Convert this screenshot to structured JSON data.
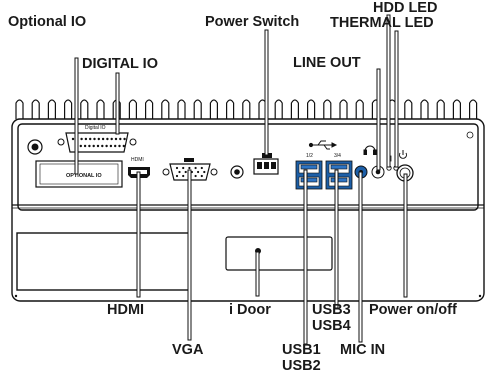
{
  "labels": {
    "optional_io": "Optional IO",
    "power_switch": "Power Switch",
    "hdd_led": "HDD LED",
    "thermal_led": "THERMAL LED",
    "digital_io": "DIGITAL IO",
    "line_out": "LINE OUT",
    "hdmi": "HDMI",
    "i_door": "i Door",
    "usb3": "USB3",
    "usb4": "USB4",
    "power_on_off": "Power on/off",
    "vga": "VGA",
    "usb1": "USB1",
    "usb2": "USB2",
    "mic_in": "MIC IN"
  },
  "silkscreen": {
    "digital_io": "Digital IO",
    "optional_io": "OPTIONAL IO",
    "hdmi": "HDMI",
    "usb_12": "1/2",
    "usb_34": "3/4"
  },
  "colors": {
    "line": "#111111",
    "port_blue": "#1c5fa8",
    "label": "#1a1a1a"
  },
  "icons": [
    "usb-symbol-icon",
    "headphone-icon",
    "power-icon",
    "hdd-icon",
    "thermometer-icon"
  ]
}
